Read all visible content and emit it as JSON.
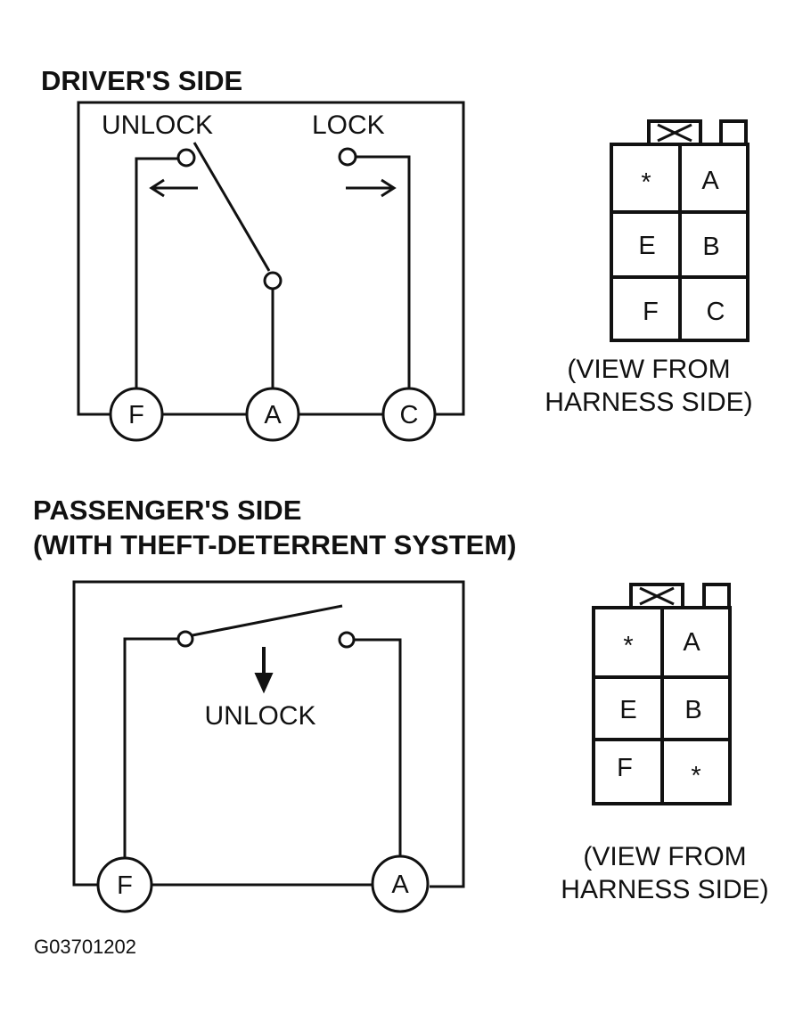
{
  "driver": {
    "heading": "DRIVER'S SIDE",
    "unlock_label": "UNLOCK",
    "lock_label": "LOCK",
    "terminals": [
      "F",
      "A",
      "C"
    ],
    "connector_cells": [
      "*",
      "A",
      "E",
      "B",
      "F",
      "C"
    ],
    "view_line1": "(VIEW FROM",
    "view_line2": "HARNESS SIDE)"
  },
  "passenger": {
    "heading_line1": "PASSENGER'S SIDE",
    "heading_line2": "(WITH THEFT-DETERRENT SYSTEM)",
    "unlock_label": "UNLOCK",
    "terminals": [
      "F",
      "A"
    ],
    "connector_cells": [
      "*",
      "A",
      "E",
      "B",
      "F",
      "*"
    ],
    "view_line1": "(VIEW FROM",
    "view_line2": "HARNESS SIDE)"
  },
  "figure_code": "G03701202"
}
